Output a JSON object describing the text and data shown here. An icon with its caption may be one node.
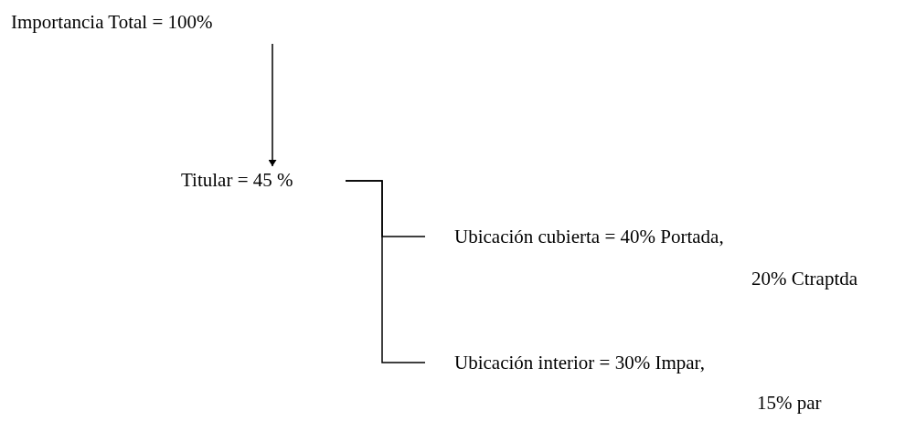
{
  "diagram": {
    "nodes": [
      {
        "text": [
          "Importancia Total = 100%"
        ]
      },
      {
        "text": [
          "Titular = 45 %"
        ]
      },
      {
        "text": [
          "Ubicación cubierta = 40% Portada,",
          "20% Ctraptda"
        ]
      },
      {
        "text": [
          "Ubicación interior = 30% Impar,",
          "15% par"
        ]
      }
    ],
    "edges": [
      {
        "from": 0,
        "to": 1,
        "arrow": "to"
      },
      {
        "from": 1,
        "to": 2,
        "arrow": "none"
      },
      {
        "from": 1,
        "to": 3,
        "arrow": "none"
      }
    ]
  }
}
